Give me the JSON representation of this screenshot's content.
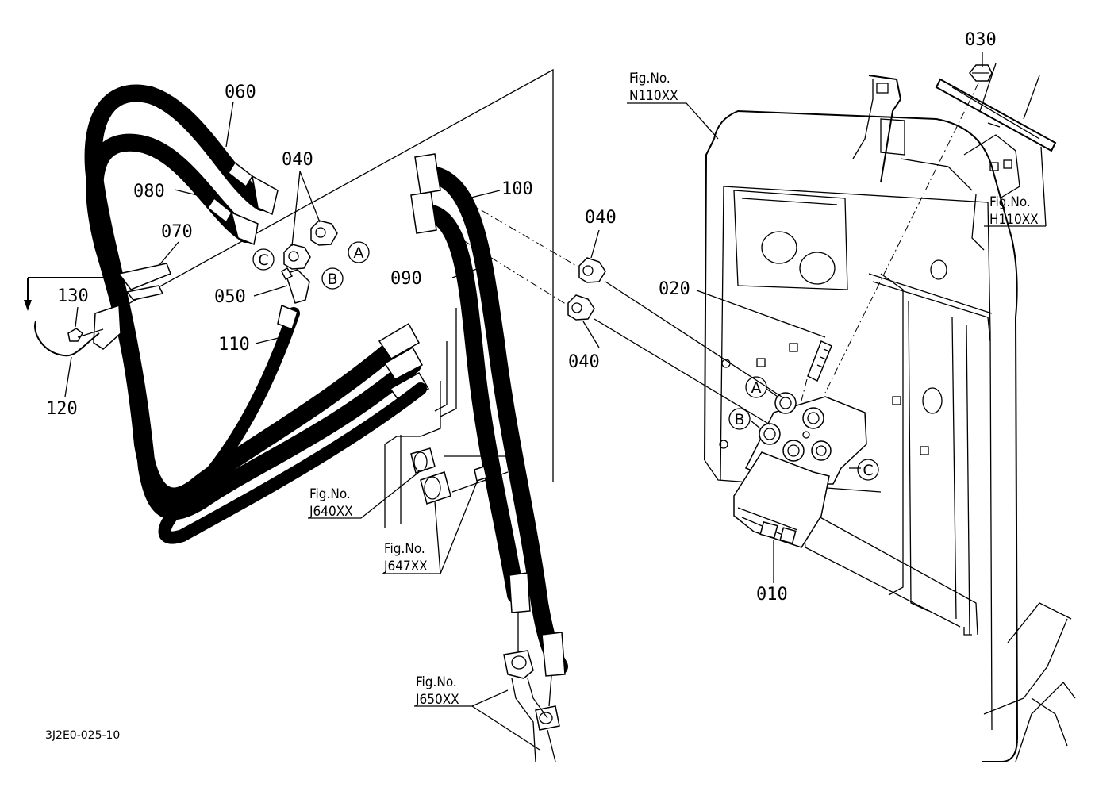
{
  "diagram": {
    "callouts": {
      "p010": "010",
      "p020": "020",
      "p030": "030",
      "p040a": "040",
      "p040b": "040",
      "p040c": "040",
      "p050": "050",
      "p060": "060",
      "p070": "070",
      "p080": "080",
      "p090": "090",
      "p100": "100",
      "p110": "110",
      "p120": "120",
      "p130": "130"
    },
    "port_markers": {
      "a_left": "A",
      "b_left": "B",
      "c_left": "C",
      "a_right": "A",
      "b_right": "B",
      "c_right": "C"
    },
    "figure_refs": {
      "n110": {
        "line1": "Fig.No.",
        "line2": "N110XX"
      },
      "h110": {
        "line1": "Fig.No.",
        "line2": "H110XX"
      },
      "j640": {
        "line1": "Fig.No.",
        "line2": "J640XX"
      },
      "j647": {
        "line1": "Fig.No.",
        "line2": "J647XX"
      },
      "j650": {
        "line1": "Fig.No.",
        "line2": "J650XX"
      }
    },
    "drawing_code": "3J2E0-025-10"
  }
}
